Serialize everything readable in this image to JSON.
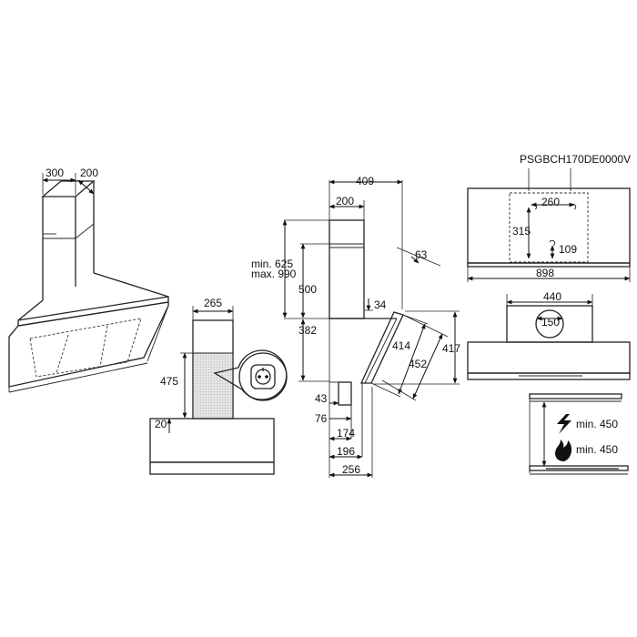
{
  "model_code": "PSGBCH170DE0000V",
  "view_iso": {
    "dim_chimney_depth": "300",
    "dim_chimney_width": "200"
  },
  "view_outlet": {
    "dim_zone_width": "265",
    "dim_zone_height": "475",
    "dim_zone_offset": "20"
  },
  "view_side": {
    "dim_total_depth": "409",
    "dim_chimney_depth": "200",
    "dim_chimney_range_min": "min. 625",
    "dim_chimney_range_max": "max. 990",
    "dim_chimney_lower": "500",
    "dim_top_gap": "34",
    "dim_body_height": "382",
    "dim_angle": "63",
    "dim_panel_depth": "414",
    "dim_panel_length": "452",
    "dim_panel_height": "417",
    "dim_bracket_43": "43",
    "dim_bracket_76": "76",
    "dim_base_174": "174",
    "dim_base_196": "196",
    "dim_base_256": "256"
  },
  "view_front": {
    "dim_holes_260": "260",
    "dim_holes_315": "315",
    "dim_holes_109": "109",
    "dim_width": "898"
  },
  "view_top": {
    "dim_outlet_spacing": "440",
    "dim_outlet_diameter": "150"
  },
  "view_install": {
    "electric_clearance": "min. 450",
    "gas_clearance": "min. 450"
  }
}
